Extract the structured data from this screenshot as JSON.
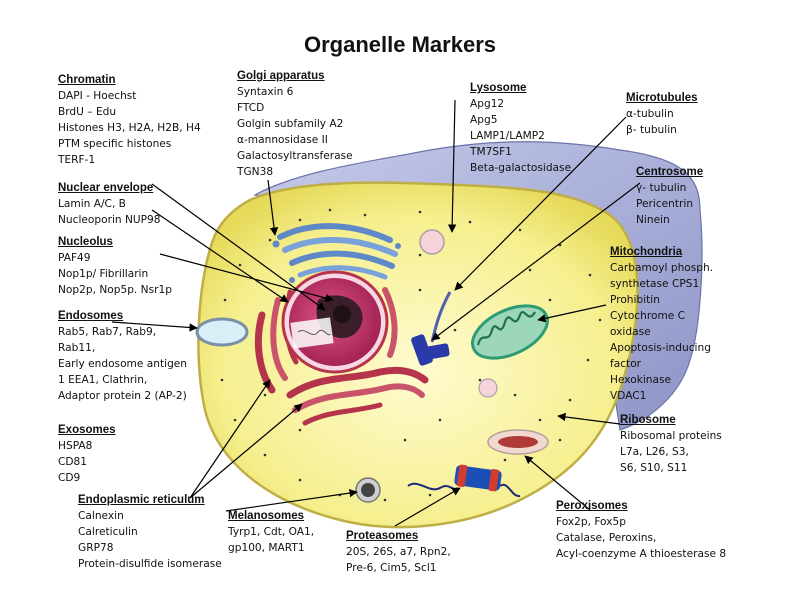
{
  "title": "Organelle Markers",
  "colors": {
    "cell_fill": "#f5ef8e",
    "cell_stroke": "#bfae45",
    "cell_back": "#aab0d8",
    "nucleus": "#c43d6f",
    "er": "#b5344b",
    "golgi": "#5f88c6",
    "mitochondrion": "#2f9b74",
    "pointer": "#000000"
  },
  "labels": {
    "chromatin": {
      "heading": "Chromatin",
      "lines": [
        "DAPI - Hoechst",
        "BrdU – Edu",
        "Histones H3, H2A, H2B, H4",
        "PTM specific histones",
        "TERF-1"
      ]
    },
    "nuclear_envelope": {
      "heading": "Nuclear envelope",
      "lines": [
        "Lamin A/C, B",
        "Nucleoporin NUP98"
      ]
    },
    "nucleolus": {
      "heading": "Nucleolus",
      "lines": [
        "PAF49",
        "Nop1p/ Fibrillarin",
        "Nop2p, Nop5p. Nsr1p"
      ]
    },
    "endosomes": {
      "heading": "Endosomes",
      "lines": [
        "Rab5, Rab7, Rab9,",
        "Rab11,",
        "Early endosome antigen",
        "1 EEA1, Clathrin,",
        "Adaptor protein 2 (AP-2)"
      ]
    },
    "exosomes": {
      "heading": "Exosomes",
      "lines": [
        "HSPA8",
        "CD81",
        "CD9"
      ]
    },
    "endoplasmic_reticulum": {
      "heading": "Endoplasmic reticulum",
      "lines": [
        "Calnexin",
        "Calreticulin",
        "GRP78",
        "Protein-disulfide isomerase"
      ]
    },
    "golgi": {
      "heading": "Golgi apparatus",
      "lines": [
        "Syntaxin 6",
        "FTCD",
        "Golgin subfamily A2",
        "α-mannosidase II",
        "Galactosyltransferase",
        "TGN38"
      ]
    },
    "lysosome": {
      "heading": "Lysosome",
      "lines": [
        "Apg12",
        "Apg5",
        "LAMP1/LAMP2",
        "TM7SF1",
        "Beta-galactosidase"
      ]
    },
    "microtubules": {
      "heading": "Microtubules",
      "lines": [
        "α-tubulin",
        "β- tubulin"
      ]
    },
    "centrosome": {
      "heading": "Centrosome",
      "lines": [
        "γ- tubulin",
        "Pericentrin",
        "Ninein"
      ]
    },
    "mitochondria": {
      "heading": "Mitochondria",
      "lines": [
        "Carbamoyl phosph.",
        "synthetase CPS1",
        "Prohibitin",
        "Cytochrome C",
        "oxidase",
        "Apoptosis-inducing",
        "factor",
        "Hexokinase",
        "VDAC1"
      ]
    },
    "ribosome": {
      "heading": "Ribosome",
      "lines": [
        "Ribosomal proteins",
        "L7a, L26, S3,",
        "S6, S10, S11"
      ]
    },
    "melanosomes": {
      "heading": "Melanosomes",
      "lines": [
        "Tyrp1, Cdt, OA1,",
        "gp100, MART1"
      ]
    },
    "proteasomes": {
      "heading": "Proteasomes",
      "lines": [
        "20S, 26S, a7, Rpn2,",
        "Pre-6, Cim5, Scl1"
      ]
    },
    "peroxisomes": {
      "heading": "Peroxisomes",
      "lines": [
        "Fox2p, Fox5p",
        "Catalase, Peroxins,",
        "Acyl-coenzyme A thioesterase 8"
      ]
    }
  }
}
